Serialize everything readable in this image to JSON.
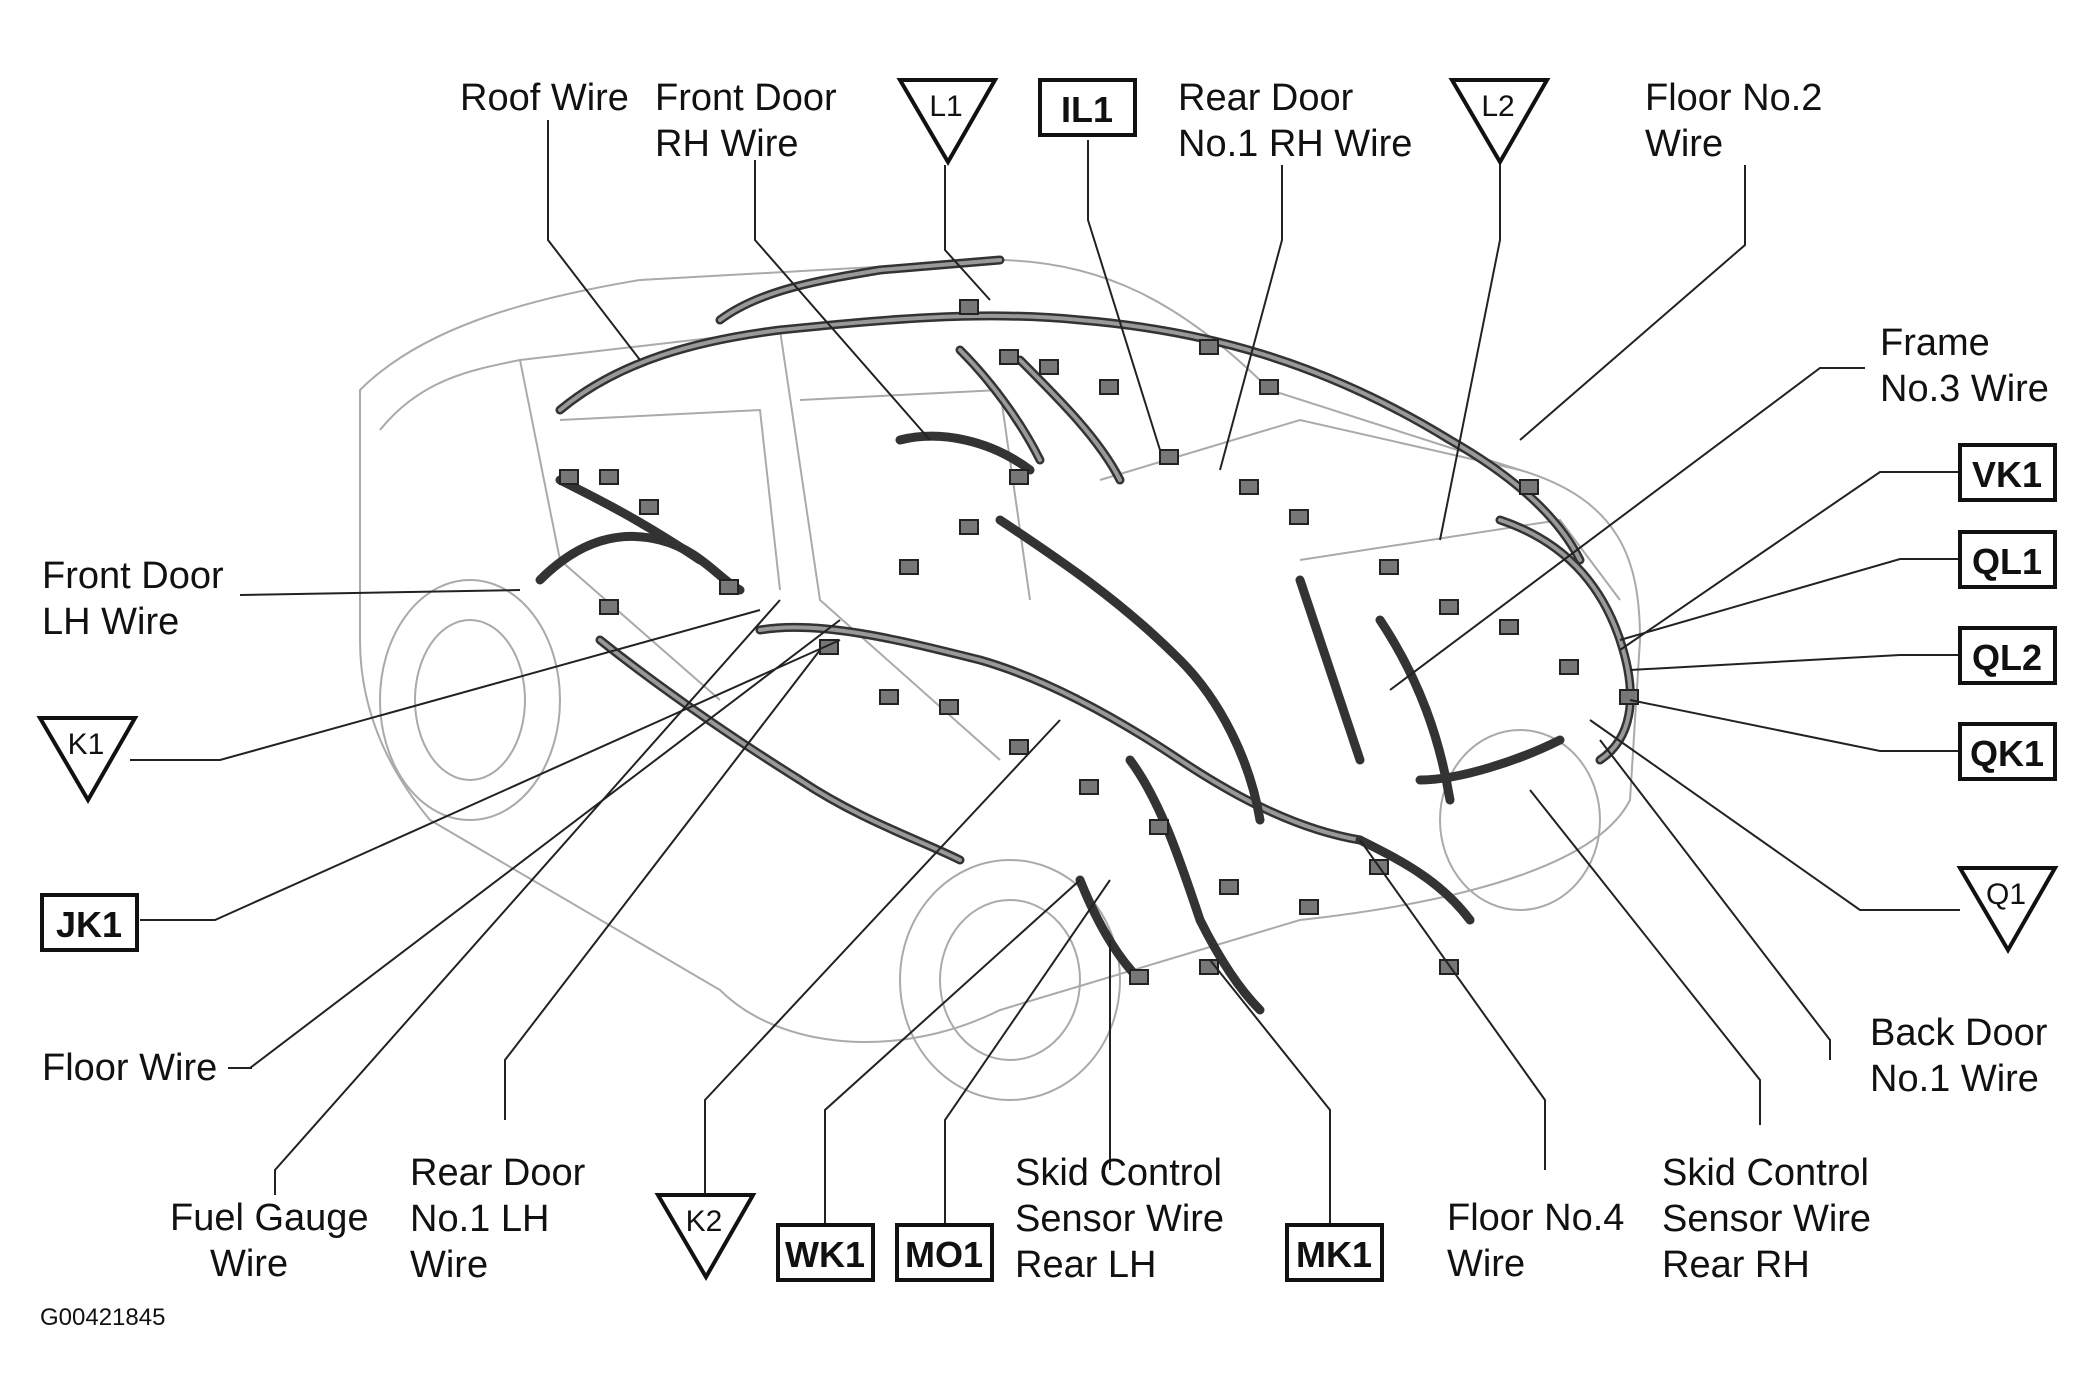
{
  "labels": {
    "roof_wire": [
      "Roof Wire"
    ],
    "front_door_rh_wire": [
      "Front Door",
      "RH Wire"
    ],
    "rear_door_no1_rh_wire": [
      "Rear Door",
      "No.1 RH Wire"
    ],
    "floor_no2_wire": [
      "Floor No.2",
      "Wire"
    ],
    "frame_no3_wire": [
      "Frame",
      "No.3 Wire"
    ],
    "front_door_lh_wire": [
      "Front Door",
      "LH Wire"
    ],
    "floor_wire": [
      "Floor Wire"
    ],
    "fuel_gauge_wire": [
      "Fuel Gauge",
      "Wire"
    ],
    "rear_door_no1_lh_wire": [
      "Rear Door",
      "No.1 LH",
      "Wire"
    ],
    "skid_control_sensor_wire_rear_lh": [
      "Skid Control",
      "Sensor Wire",
      "Rear LH"
    ],
    "floor_no4_wire": [
      "Floor No.4",
      "Wire"
    ],
    "skid_control_sensor_wire_rear_rh": [
      "Skid Control",
      "Sensor Wire",
      "Rear RH"
    ],
    "back_door_no1_wire": [
      "Back Door",
      "No.1 Wire"
    ]
  },
  "boxed_connectors": {
    "il1": "IL1",
    "vk1": "VK1",
    "ql1": "QL1",
    "ql2": "QL2",
    "qk1": "QK1",
    "jk1": "JK1",
    "wk1": "WK1",
    "mo1": "MO1",
    "mk1": "MK1"
  },
  "ground_points": {
    "l1": "L1",
    "l2": "L2",
    "k1": "K1",
    "q1": "Q1",
    "k2": "K2"
  },
  "figure_code": "G00421845"
}
